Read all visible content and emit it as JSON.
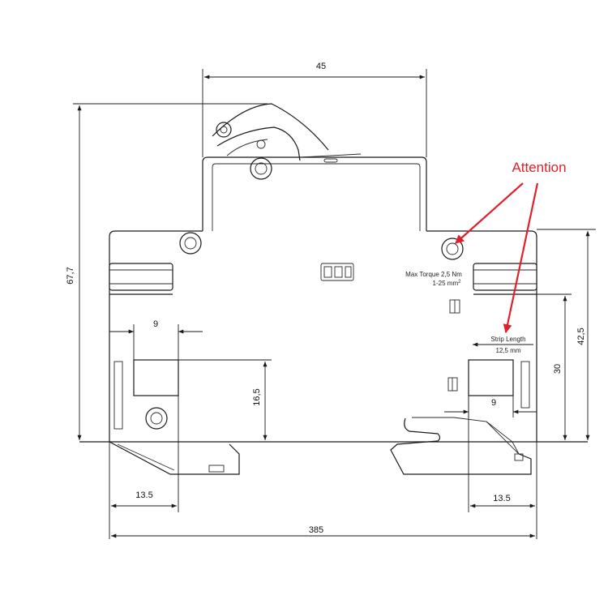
{
  "dimensions": {
    "top_width": "45",
    "total_height": "67,7",
    "right_height": "42,5",
    "right_inner": "30",
    "left_small_width": "9",
    "left_terminal_height": "16,5",
    "left_bottom": "13.5",
    "right_small_width": "9",
    "right_bottom": "13.5",
    "total_width": "385"
  },
  "labels": {
    "torque_line1": "Max Torque 2,5 Nm",
    "torque_line2": "1-25 mm",
    "torque_sup": "2",
    "strip_label": "Strip Length",
    "strip_value": "12,5 mm",
    "attention": "Attention"
  },
  "colors": {
    "annotation": "#e0202a",
    "line": "#1a1a1a"
  }
}
